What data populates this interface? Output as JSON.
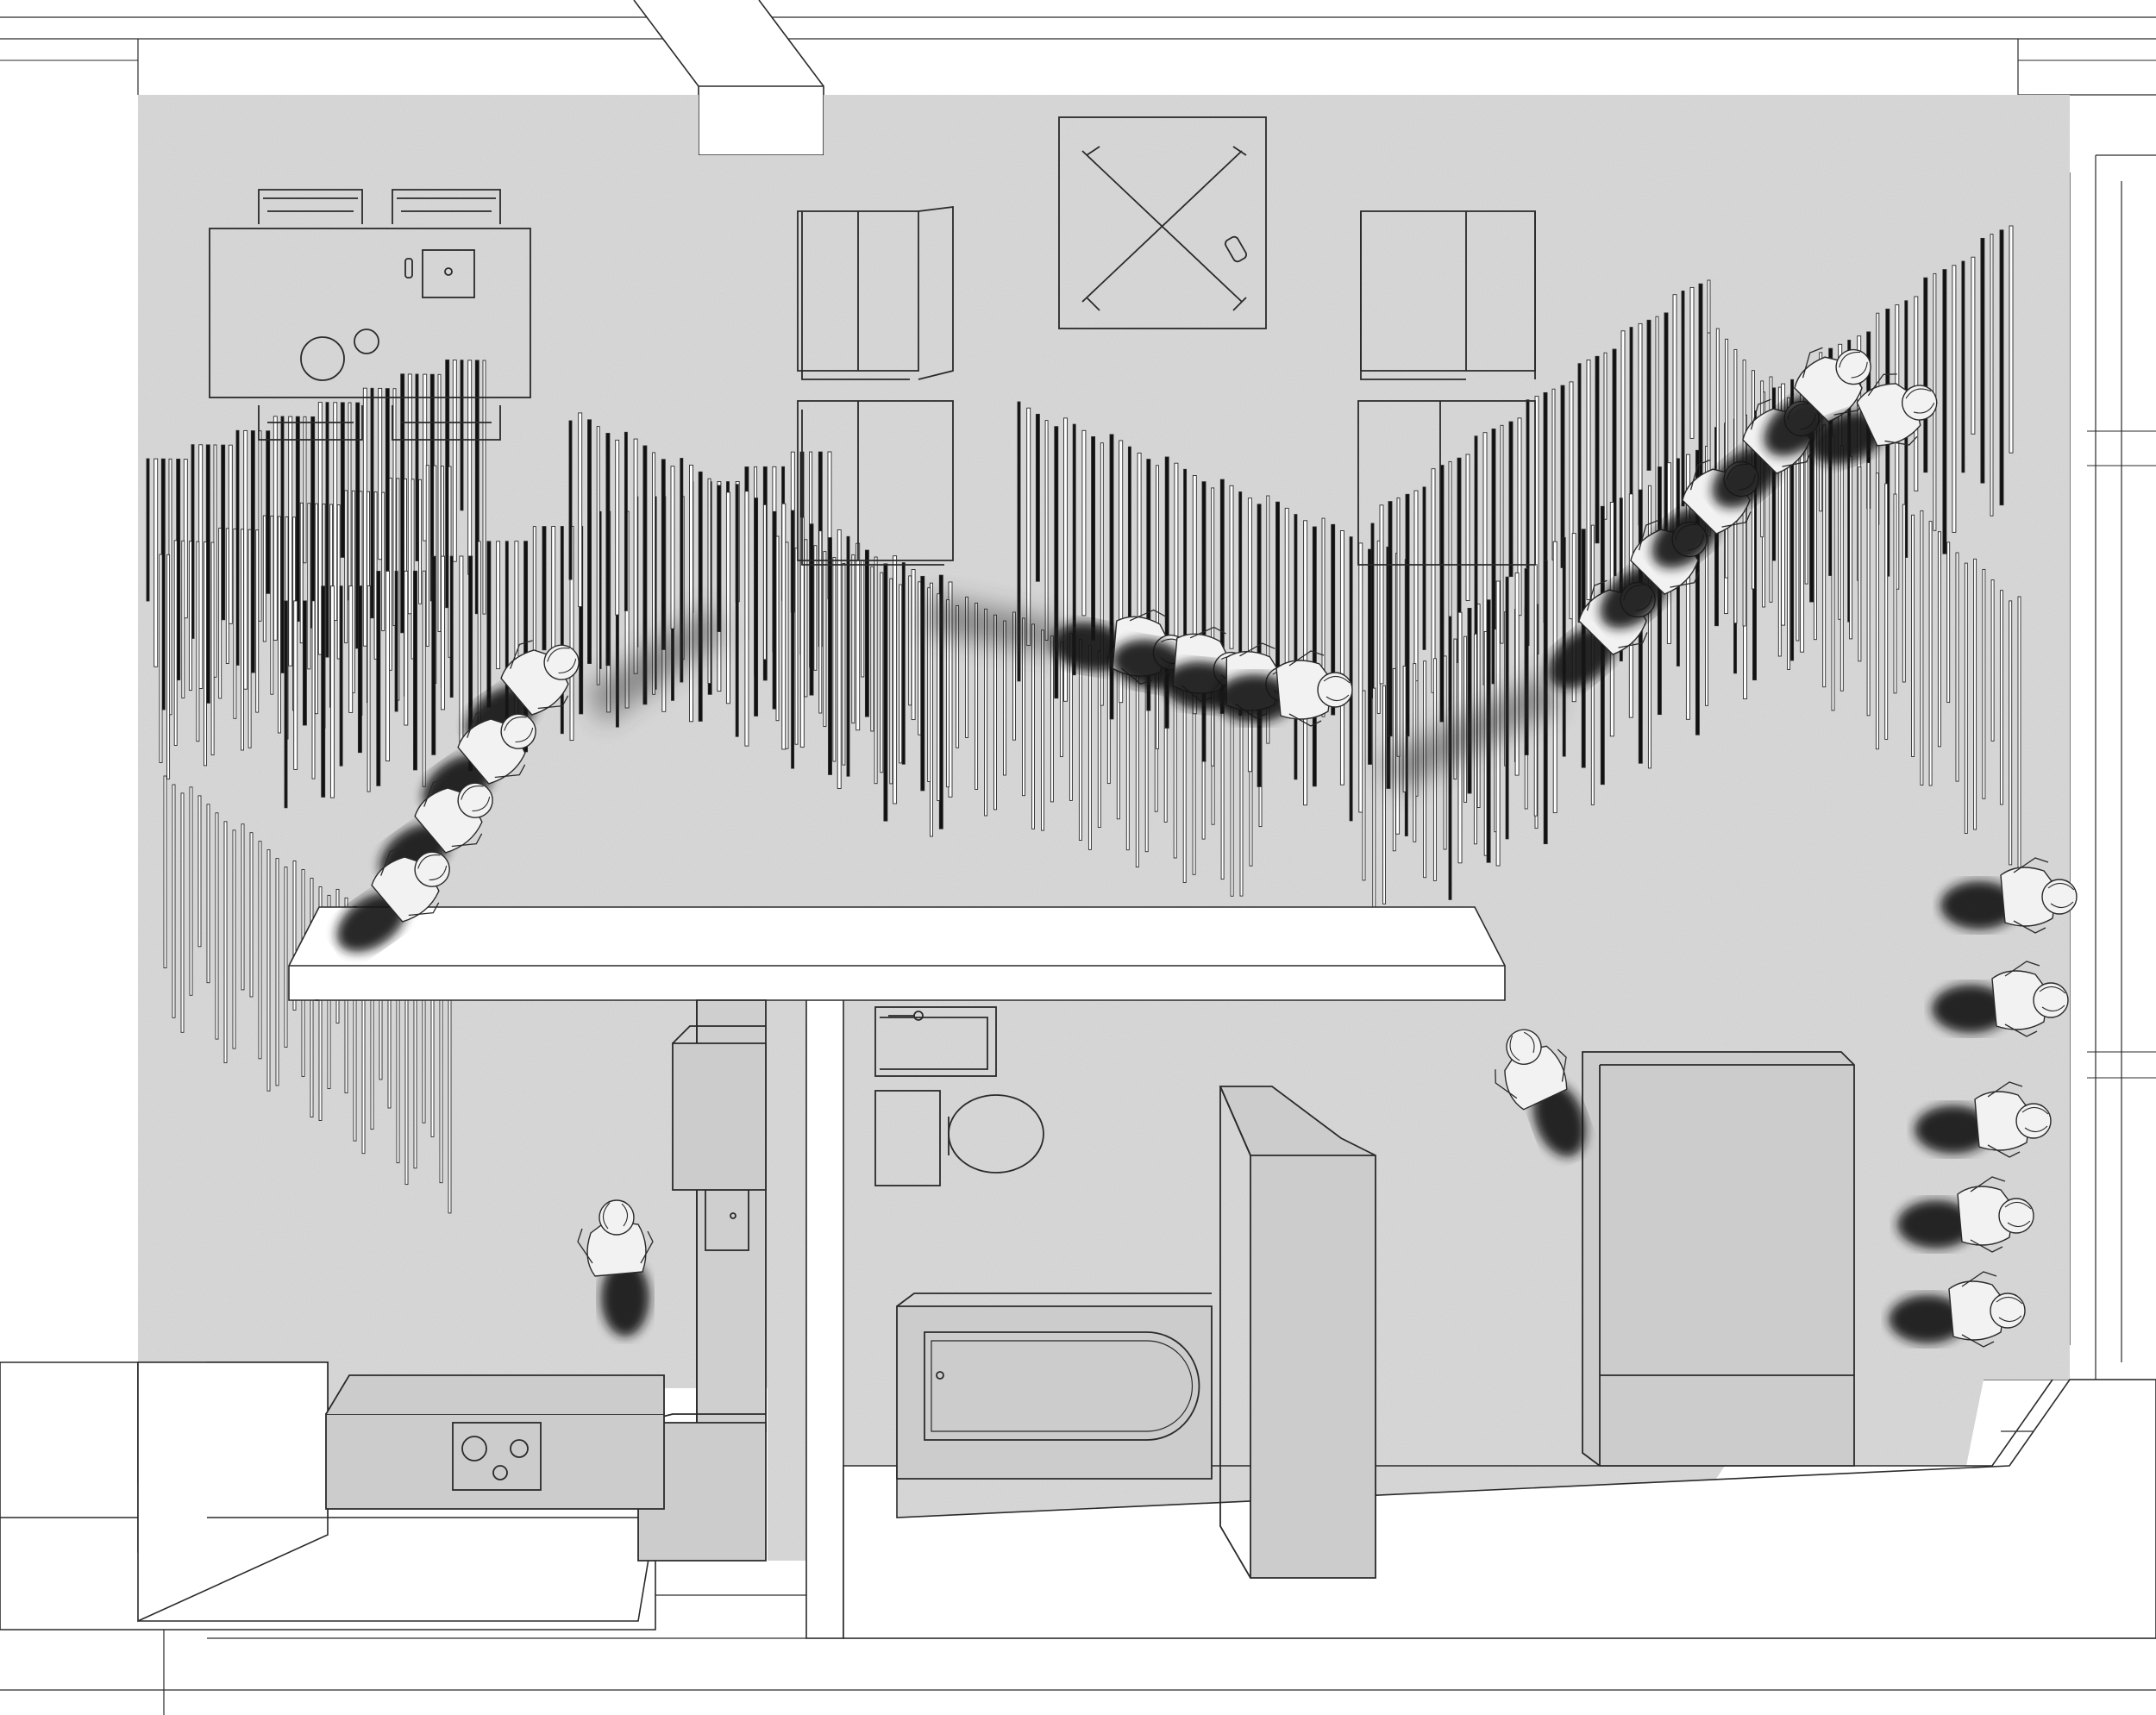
{
  "drawing": {
    "kind": "axonometric floor plan",
    "palette": {
      "floor": "#cfcfcf",
      "floor_dark": "#b8b8b8",
      "line": "#2a2a2a",
      "wall": "#ffffff",
      "shadow": "#141414",
      "person_fill": "#f2f2f2",
      "slat_dark": "#111111"
    },
    "rooms": [
      "living-area",
      "kitchen",
      "bathroom",
      "bedroom"
    ],
    "furniture": [
      {
        "name": "dining-table",
        "icon": "table-with-chairs-icon"
      },
      {
        "name": "armchair-top-left",
        "icon": "armchair-icon"
      },
      {
        "name": "coffee-table",
        "icon": "square-table-icon"
      },
      {
        "name": "armchair-top-right",
        "icon": "armchair-icon"
      },
      {
        "name": "armchair-bottom-left",
        "icon": "armchair-icon"
      },
      {
        "name": "armchair-bottom-right",
        "icon": "armchair-icon"
      },
      {
        "name": "kitchen-island",
        "icon": "cooktop-icon"
      },
      {
        "name": "kitchen-counter",
        "icon": "counter-icon"
      },
      {
        "name": "sink",
        "icon": "sink-icon"
      },
      {
        "name": "toilet",
        "icon": "toilet-icon"
      },
      {
        "name": "bathtub",
        "icon": "bathtub-icon"
      },
      {
        "name": "wardrobe",
        "icon": "cabinet-icon"
      },
      {
        "name": "bed",
        "icon": "bed-icon"
      }
    ],
    "figure_groups": [
      {
        "name": "figures-left-sequence",
        "count": 4
      },
      {
        "name": "figures-center-sequence",
        "count": 4
      },
      {
        "name": "figures-upper-right-sequence",
        "count": 6
      },
      {
        "name": "figures-right-column",
        "count": 5
      },
      {
        "name": "figure-kitchen",
        "count": 1
      },
      {
        "name": "figure-bedroom",
        "count": 1
      }
    ]
  }
}
